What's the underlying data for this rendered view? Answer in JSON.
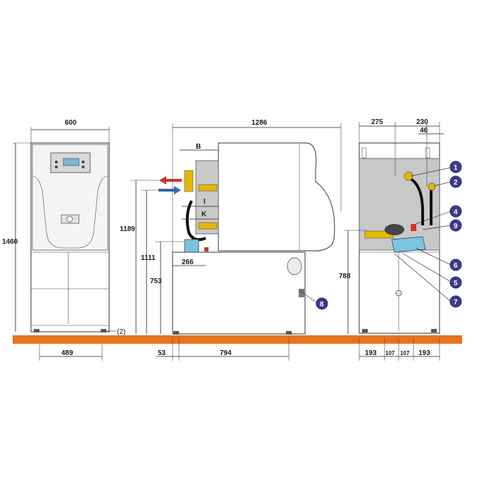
{
  "dimensions": {
    "front_width": "600",
    "front_height": "1460",
    "front_foot_spacing": "489",
    "note_2": "(2)",
    "side_depth": "1286",
    "side_B": "B",
    "side_I": "I",
    "side_K": "K",
    "side_266": "266",
    "side_1189": "1189",
    "side_1111": "1111",
    "side_753": "753",
    "side_53": "53",
    "side_794": "794",
    "rear_275": "275",
    "rear_230": "230",
    "rear_46": "46",
    "rear_788": "788",
    "rear_193_left": "193",
    "rear_107_left": "107",
    "rear_107_right": "107",
    "rear_193_right": "193"
  },
  "callouts": [
    "1",
    "2",
    "4",
    "9",
    "6",
    "5",
    "7",
    "8"
  ],
  "colors": {
    "floor": "#e8731e",
    "callout": "#3d3a8c",
    "flow_arrow": "#d9302b",
    "return_arrow": "#2f6db5",
    "brass": "#e6b800",
    "pump_blue": "#7bc4e0",
    "display": "#7fb6d9"
  }
}
